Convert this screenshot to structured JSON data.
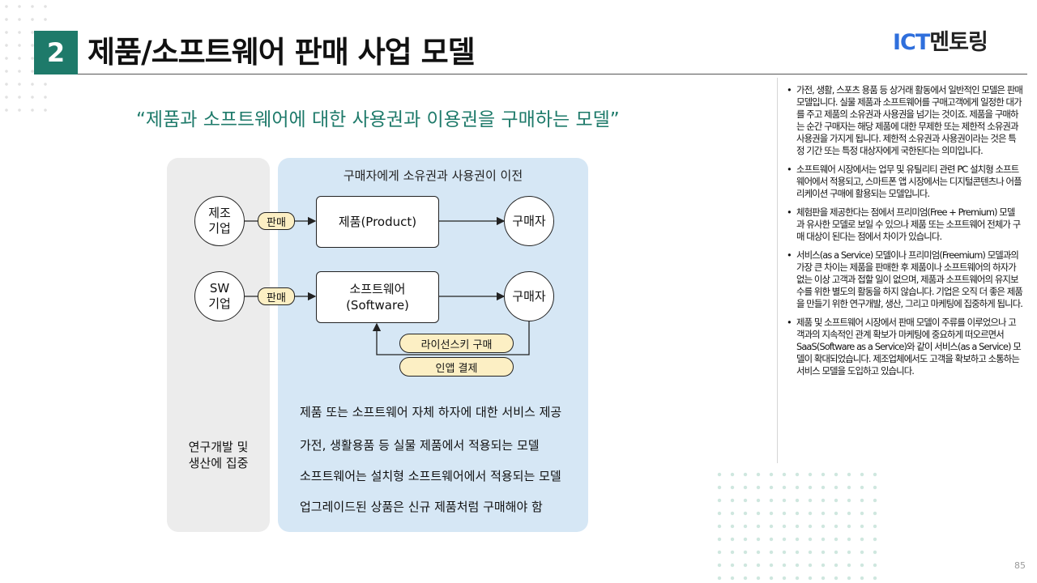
{
  "header": {
    "section_number": "2",
    "title": "제품/소프트웨어 판매 사업 모델",
    "logo_ict": "ICT",
    "logo_mentoring": "멘토링"
  },
  "quote": "“제품과 소프트웨어에 대한 사용권과 이용권을 구매하는 모델”",
  "diagram": {
    "top_caption": "구매자에게 소유권과 사용권이 이전",
    "row1": {
      "maker": "제조\n기업",
      "sale": "판매",
      "product": "제품(Product)",
      "buyer": "구매자"
    },
    "row2": {
      "maker": "SW\n기업",
      "sale": "판매",
      "product": "소프트웨어\n(Software)",
      "buyer": "구매자",
      "license": "라이선스키 구매",
      "inapp": "인앱 결제"
    },
    "benefits": [
      "제품 또는 소프트웨어 자체 하자에 대한 서비스 제공",
      "가전, 생활용품 등 실물 제품에서 적용되는 모델",
      "소프트웨어는 설치형 소프트웨어에서 적용되는 모델",
      "업그레이드된 상품은 신규 제품처럼 구매해야 함"
    ],
    "focus": "연구개발 및\n생산에 집중"
  },
  "notes": [
    "가전, 생활, 스포츠 용품 등 상거래 활동에서 일반적인 모델은 판매 모델입니다. 실물 제품과 소프트웨어를 구매고객에게 일정한 대가를 주고 제품의 소유권과 사용권을 넘기는 것이죠. 제품을 구매하는 순간 구매자는 해당 제품에 대한 무제한 또는 제한적 소유권과 사용권을 가지게 됩니다. 제한적 소유권과 사용권이라는 것은 특정 기간 또는 특정 대상자에게 국한된다는 의미입니다.",
    "소프트웨어 시장에서는 업무 및 유틸리티 관련 PC 설치형 소프트웨어에서 적용되고, 스마트폰 앱 시장에서는 디지털콘텐츠나 어플리케이션 구매에 활용되는 모델입니다.",
    "체험판을 제공한다는 점에서 프리미엄(Free + Premium) 모델과 유사한 모델로 보일 수 있으나 제품 또는 소프트웨어 전체가 구매 대상이 된다는 점에서 차이가 있습니다.",
    "서비스(as a Service) 모델이나 프리미엄(Freemium) 모델과의 가장 큰 차이는 제품을 판매한 후 제품이나 소프트웨어의 하자가 없는 이상 고객과 접할 일이 없으며, 제품과 소프트웨어의 유지보수를 위한 별도의 활동을 하지 않습니다. 기업은 오직 더 좋은 제품을 만들기 위한 연구개발, 생산, 그리고 마케팅에 집중하게 됩니다.",
    "제품 및 소프트웨어 시장에서 판매 모델이 주류를 이루었으나 고객과의 지속적인 관계 확보가 마케팅에 중요하게 떠오르면서 SaaS(Software as a Service)와 같이 서비스(as a Service) 모델이 확대되었습니다. 제조업체에서도 고객을 확보하고 소통하는 서비스 모델을 도입하고 있습니다."
  ],
  "page_number": "85",
  "colors": {
    "accent": "#1e7a6a",
    "logo_blue": "#2f6fdc",
    "panel_blue": "#d6e7f5",
    "panel_gray": "#ececec",
    "pill": "#fcefc4"
  }
}
